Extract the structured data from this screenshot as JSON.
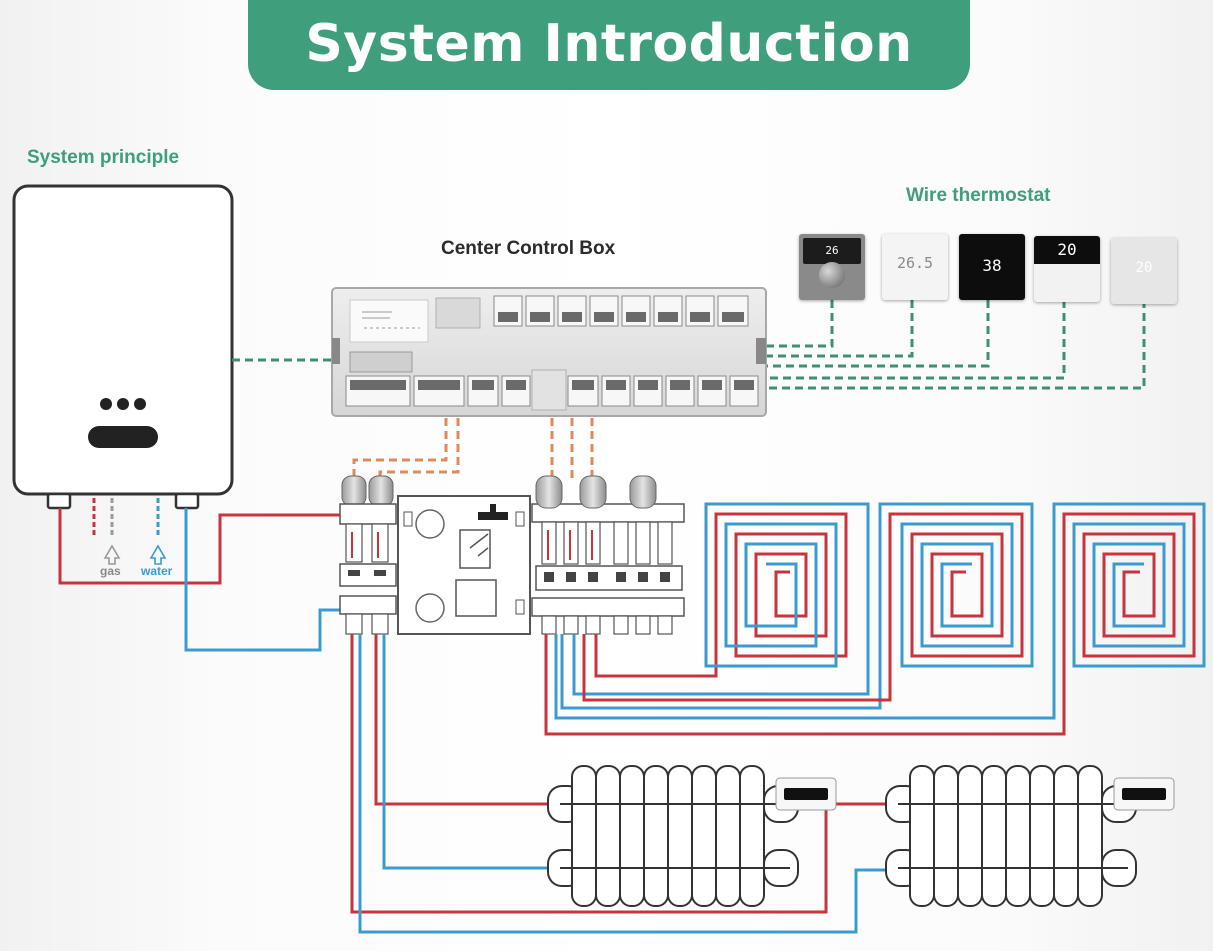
{
  "header": {
    "title": "System Introduction"
  },
  "labels": {
    "system_principle": "System principle",
    "wire_thermostat": "Wire thermostat",
    "center_control_box": "Center Control Box",
    "gas": "gas",
    "water": "water"
  },
  "thermostats": [
    {
      "reading": "26",
      "style": "dark-knob"
    },
    {
      "reading": "26.5",
      "style": "white"
    },
    {
      "reading": "38",
      "style": "black"
    },
    {
      "reading": "20",
      "style": "white-black-screen"
    },
    {
      "reading": "20",
      "style": "white-gray"
    }
  ],
  "colors": {
    "brand_green": "#3f9e7c",
    "hot_pipe": "#c8343c",
    "cold_pipe": "#3b9bcf",
    "signal_wire_green": "#3f8f73",
    "signal_wire_orange": "#e08a5c"
  },
  "icons": [
    "boiler",
    "control-box",
    "manifold",
    "floor-heating-loop",
    "radiator",
    "radiator-valve-head",
    "room-thermostat"
  ]
}
